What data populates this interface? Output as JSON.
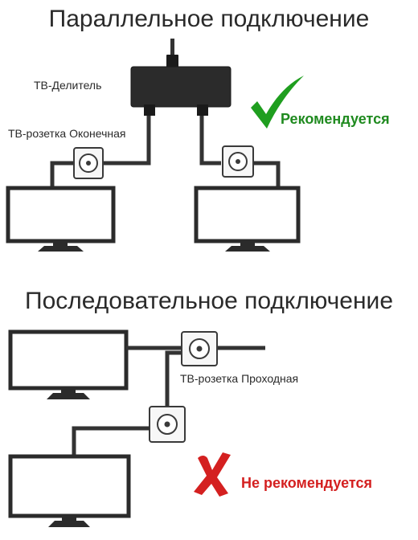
{
  "parallel": {
    "title": "Параллельное подключение",
    "splitter_label": "ТВ-Делитель",
    "socket_label": "ТВ-розетка Оконечная",
    "verdict": "Рекомендуется"
  },
  "serial": {
    "title": "Последовательное подключение",
    "socket_label": "ТВ-розетка Проходная",
    "verdict": "Не рекомендуется"
  },
  "colors": {
    "line": "#333333",
    "device": "#2b2b2b",
    "device_edge": "#1a1a1a",
    "screen": "#ffffff",
    "socket_frame": "#f7f7f7",
    "socket_border": "#3a3a3a",
    "text": "#2a2a2a",
    "check": "#1f9e1f",
    "recommended": "#1f8a1f",
    "cross": "#d42020",
    "not_recommended": "#d42020"
  },
  "icons": {
    "check": "check-mark-icon",
    "cross": "cross-mark-icon"
  }
}
